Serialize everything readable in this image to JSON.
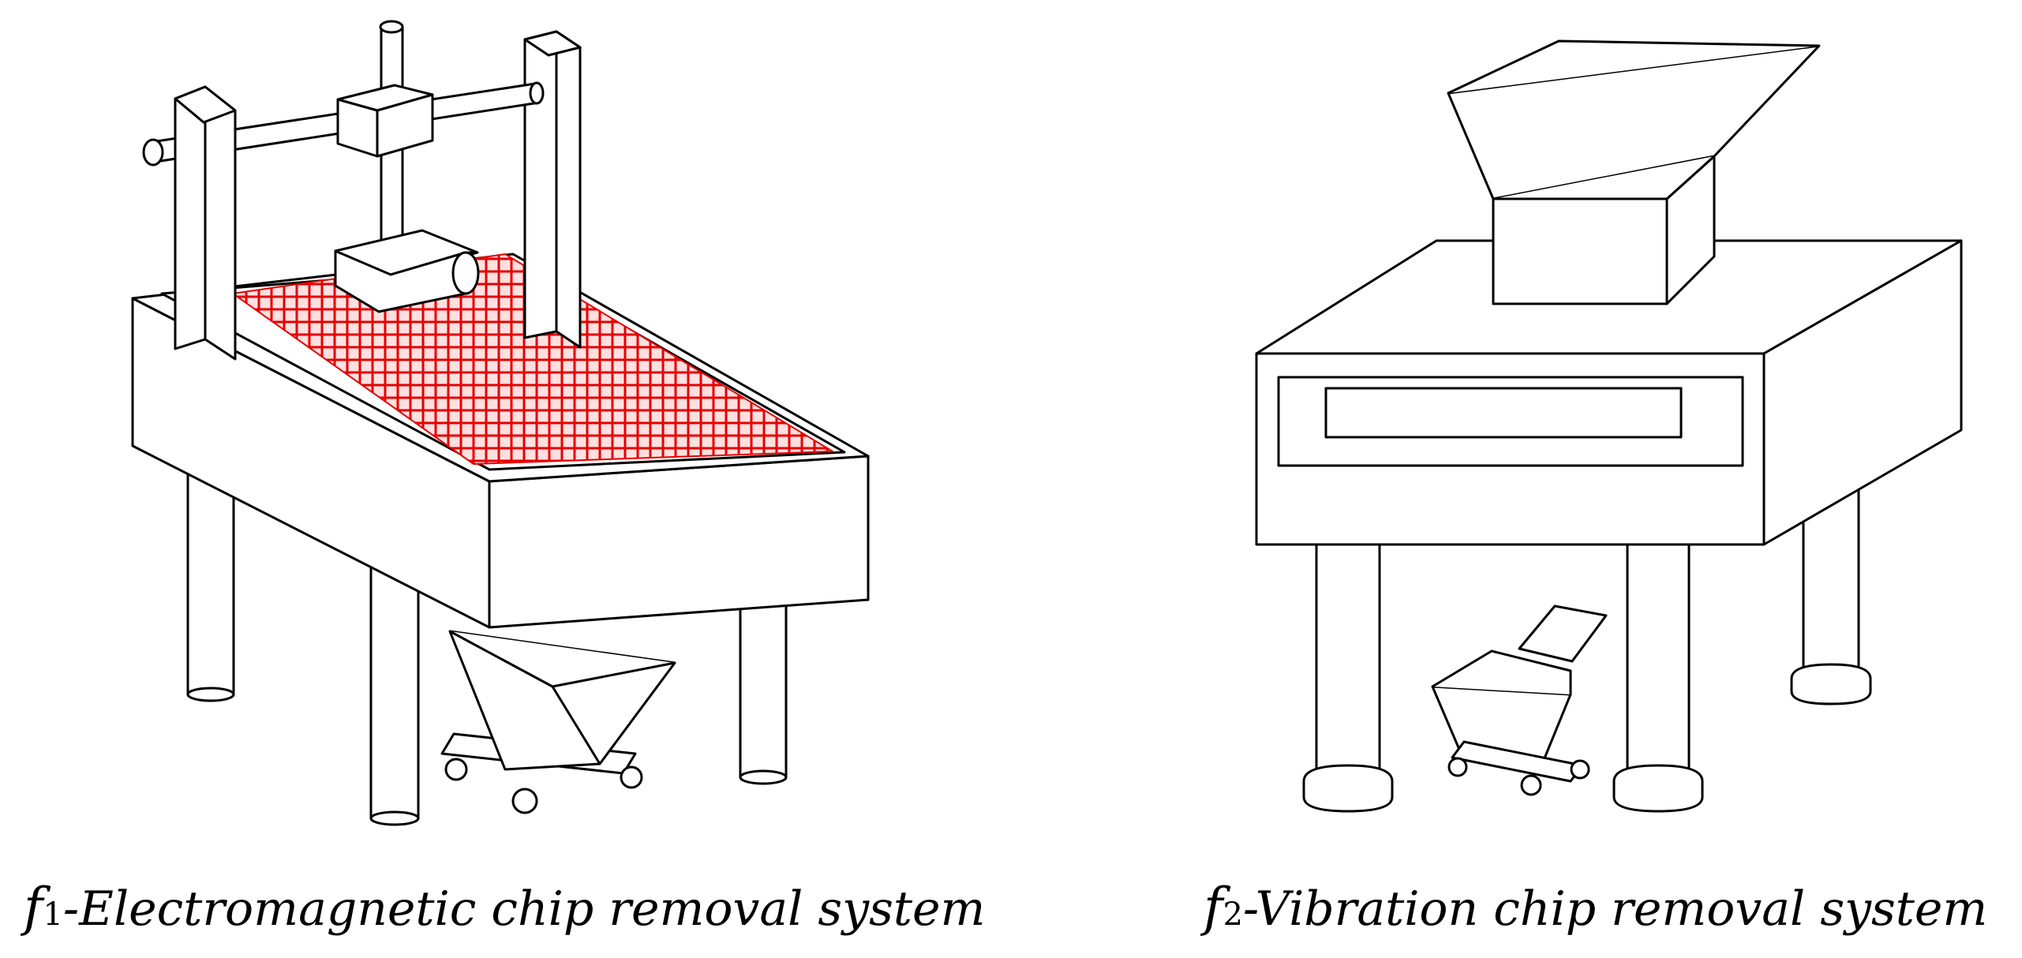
{
  "captions": {
    "left": {
      "letter": "f",
      "sub": "1",
      "text": "-Electromagnetic chip removal system"
    },
    "right": {
      "letter": "f",
      "sub": "2",
      "text": "-Vibration chip removal system"
    }
  },
  "colors": {
    "mesh": "#e60000",
    "mesh_fill": "#ffe0e0",
    "line": "#000000",
    "background": "#ffffff"
  }
}
